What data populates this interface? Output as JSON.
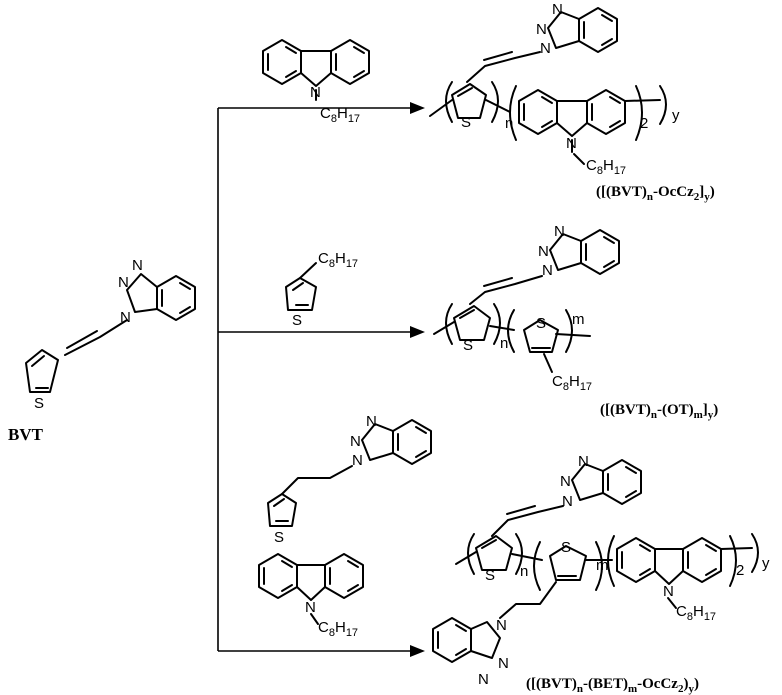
{
  "scheme": {
    "start_label": "BVT",
    "atoms": {
      "N": "N",
      "S": "S",
      "C8H17_C": "C",
      "C8H17_n1": "8",
      "C8H17_H": "H",
      "C8H17_n2": "17"
    },
    "repeat_units": {
      "n": "n",
      "m": "m",
      "y": "y",
      "two": "2"
    },
    "product_labels": [
      {
        "open": "([(BVT)",
        "n": "n",
        "mid": "-OcCz",
        "two": "2",
        "close": "]",
        "y": "y",
        "end": ")"
      },
      {
        "open": "([(BVT)",
        "n": "n",
        "mid": "-(OT)",
        "m": "m",
        "close": "]",
        "y": "y",
        "end": ")"
      },
      {
        "open": "([(BVT)",
        "n": "n",
        "mid1": "-(BET)",
        "m": "m",
        "mid2": "-OcCz",
        "two": "2",
        "close": ")",
        "y": "y",
        "end": ")"
      }
    ]
  }
}
